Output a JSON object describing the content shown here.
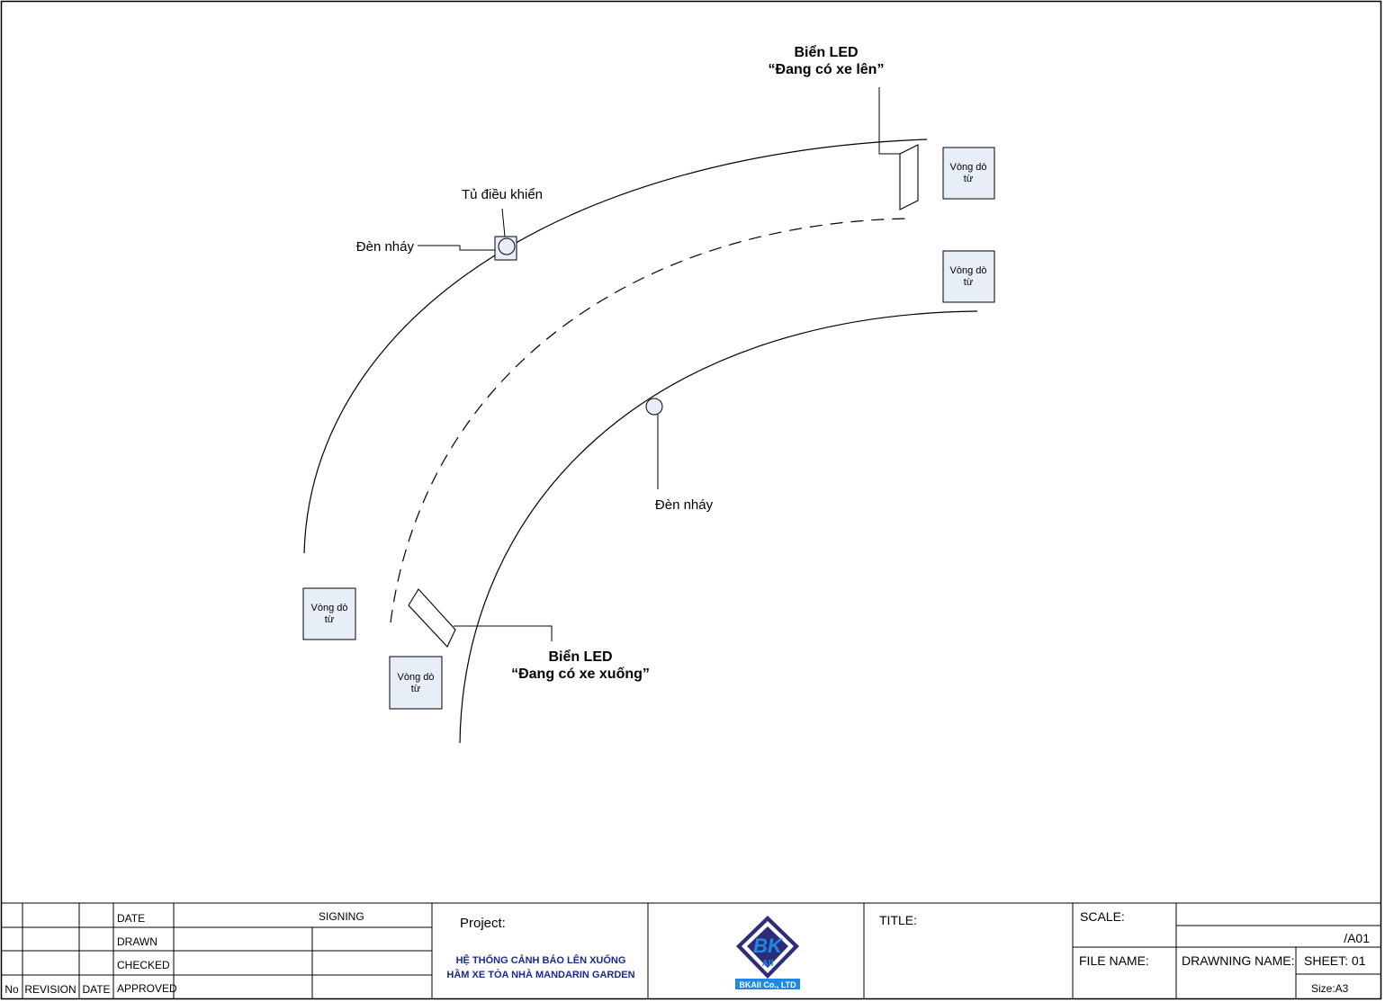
{
  "labels": {
    "led_top_line1": "Biển LED",
    "led_top_line2": "“Đang có xe lên”",
    "led_bottom_line1": "Biển LED",
    "led_bottom_line2": "“Đang có xe xuống”",
    "control_cabinet": "Tủ điều khiển",
    "flash_light_top": "Đèn nháy",
    "flash_light_bottom": "Đèn nháy",
    "loop_line1": "Vòng dò",
    "loop_line2": "từ"
  },
  "title_block": {
    "rev_col_no": "No",
    "rev_col_revision": "REVISION",
    "rev_col_date": "DATE",
    "row_date": "DATE",
    "row_drawn": "DRAWN",
    "row_checked": "CHECKED",
    "row_approved": "APPROVED",
    "signing": "SIGNING",
    "project_label": "Project:",
    "project_line1": "HỆ THỐNG CẢNH BÁO LÊN XUỐNG",
    "project_line2": "HẦM XE TÒA NHÀ MANDARIN GARDEN",
    "logo_letters": "BK",
    "logo_sub": "AII",
    "logo_company": "BKAII Co., LTD",
    "title_label": "TITLE:",
    "scale_label": "SCALE:",
    "drawing_code": "/A01",
    "file_name_label": "FILE NAME:",
    "drawing_name_label": "DRAWNING NAME:",
    "sheet_label": "SHEET: 01",
    "size_label": "Size:A3"
  },
  "colors": {
    "box_fill": "#e8eef8",
    "logo_blue": "#1e88e5",
    "logo_navy": "#2b2d7a",
    "project_text": "#1a2a8c"
  }
}
